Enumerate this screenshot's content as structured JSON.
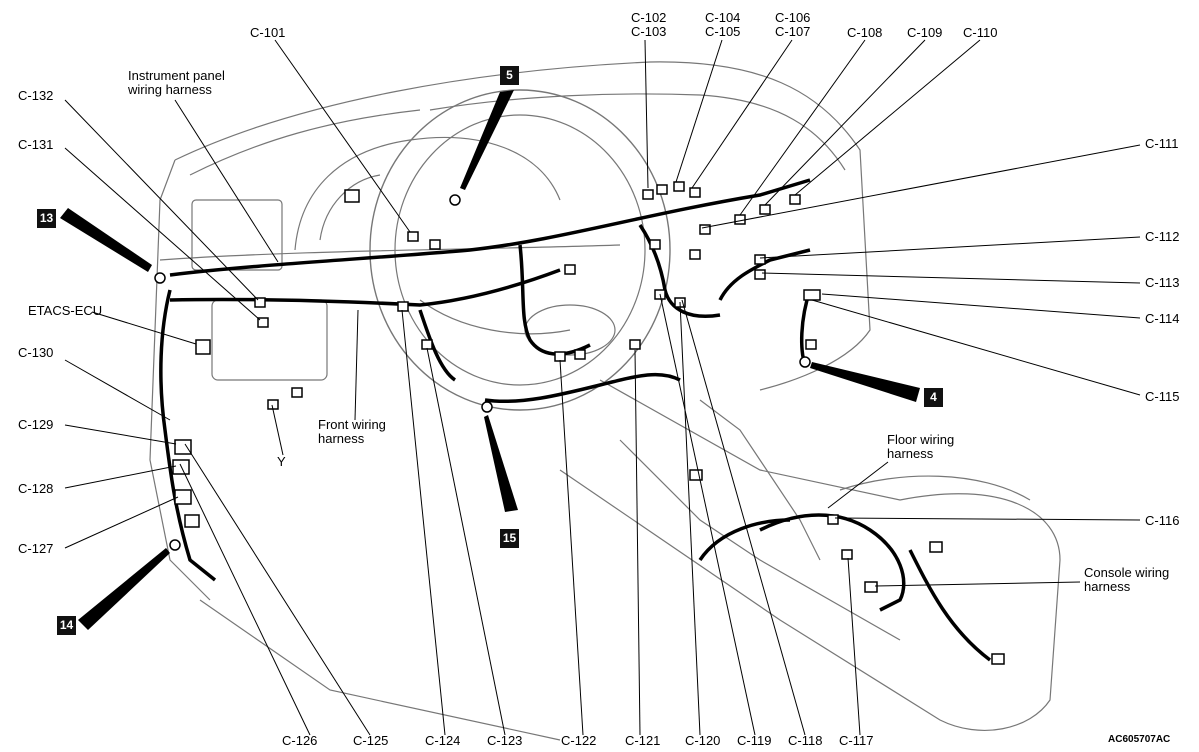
{
  "labels": {
    "c101": "C-101",
    "c102": "C-102",
    "c103": "C-103",
    "c104": "C-104",
    "c105": "C-105",
    "c106": "C-106",
    "c107": "C-107",
    "c108": "C-108",
    "c109": "C-109",
    "c110": "C-110",
    "c111": "C-111",
    "c112": "C-112",
    "c113": "C-113",
    "c114": "C-114",
    "c115": "C-115",
    "c116": "C-116",
    "c117": "C-117",
    "c118": "C-118",
    "c119": "C-119",
    "c120": "C-120",
    "c121": "C-121",
    "c122": "C-122",
    "c123": "C-123",
    "c124": "C-124",
    "c125": "C-125",
    "c126": "C-126",
    "c127": "C-127",
    "c128": "C-128",
    "c129": "C-129",
    "c130": "C-130",
    "c131": "C-131",
    "c132": "C-132",
    "ip_harness_1": "Instrument panel",
    "ip_harness_2": "wiring harness",
    "etacs": "ETACS-ECU",
    "front_1": "Front wiring",
    "front_2": "harness",
    "floor_1": "Floor wiring",
    "floor_2": "harness",
    "console_1": "Console wiring",
    "console_2": "harness",
    "y": "Y"
  },
  "ground_points": [
    "13",
    "5",
    "4",
    "15",
    "14"
  ],
  "figure_code": "AC605707AC"
}
